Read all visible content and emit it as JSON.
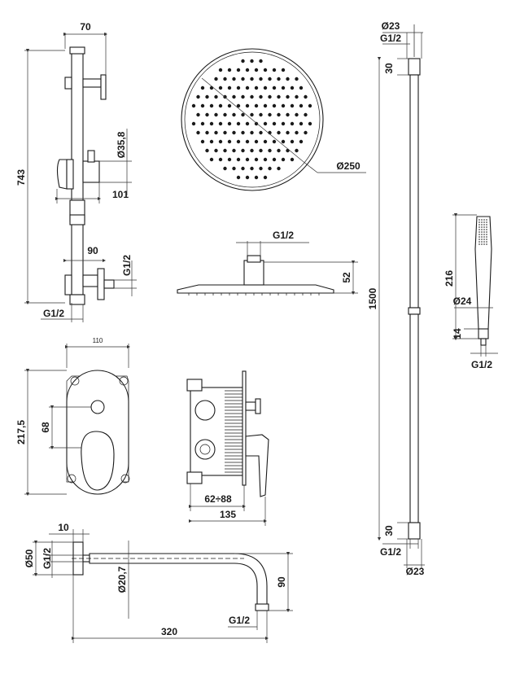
{
  "labels": {
    "rail_width": "70",
    "rail_height": "743",
    "slider_dia": "Ø35,8",
    "slider_depth": "101",
    "outlet_depth": "90",
    "outlet_thread_side": "G1/2",
    "outlet_thread_bottom": "G1/2",
    "head_dia": "Ø250",
    "head_thread": "G1/2",
    "head_height": "52",
    "hose_dia_top": "Ø23",
    "hose_thread_top": "G1/2",
    "hose_end_top": "30",
    "hose_length": "1500",
    "hose_end_bottom": "30",
    "hose_thread_bottom": "G1/2",
    "hose_dia_bottom": "Ø23",
    "hand_length": "216",
    "hand_dia": "Ø24",
    "hand_neck": "14",
    "hand_thread": "G1/2",
    "plate_width": "110",
    "plate_height": "217,5",
    "plate_offset": "68",
    "box_depth_range": "62÷88",
    "box_depth": "135",
    "arm_flange_depth": "10",
    "arm_flange_dia": "Ø50",
    "arm_thread_left": "G1/2",
    "arm_tube_dia": "Ø20,7",
    "arm_drop": "90",
    "arm_length": "320",
    "arm_thread_bottom": "G1/2"
  }
}
